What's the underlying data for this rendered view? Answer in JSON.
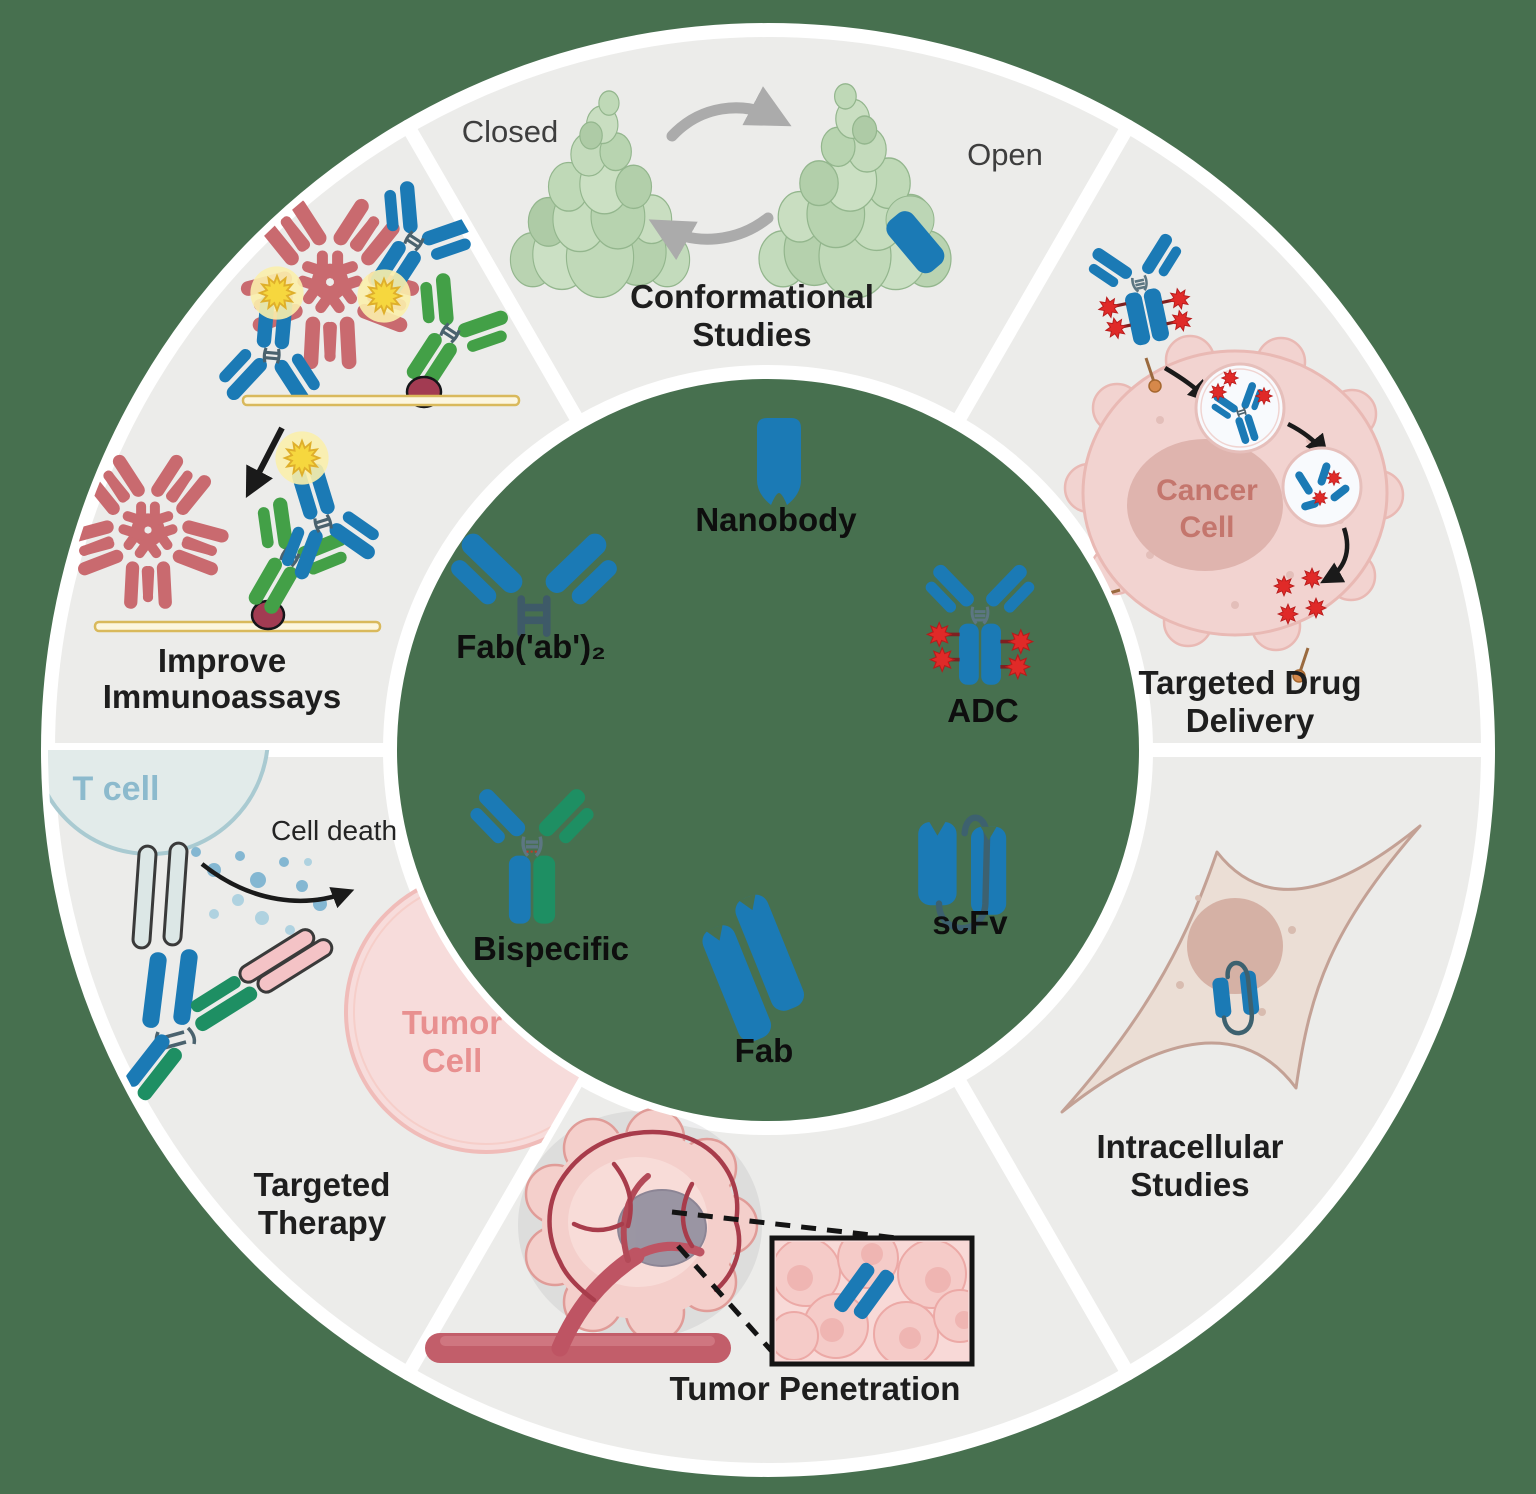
{
  "figure_title": "Nanobody and antibody fragment applications wheel",
  "colors": {
    "background": "#47704F",
    "ring_segment": "#ECECEA",
    "divider": "#FFFFFF",
    "antibody_blue": "#1B7AB5",
    "antibody_green": "#1E8F63",
    "assay_green": "#43A047",
    "igm_red": "#C96A6F",
    "drug_star_red": "#E02A28",
    "fluorophore_yellow": "#F6D73E",
    "bead_maroon": "#A23B52",
    "surface_gold": "#D9B95C",
    "vessel_red": "#B5485A",
    "protein_green": "#BCD6B5",
    "cancer_cell_pink": "#F2D3D0",
    "label_dark": "#1E1E1E",
    "grey_arrow": "#ABABAB"
  },
  "segments": {
    "conformational_studies": {
      "label_line1": "Conformational",
      "label_line2": "Studies",
      "state_left": "Closed",
      "state_right": "Open"
    },
    "targeted_drug_delivery": {
      "label_line1": "Targeted Drug",
      "label_line2": "Delivery",
      "cell_label_line1": "Cancer",
      "cell_label_line2": "Cell"
    },
    "intracellular_studies": {
      "label_line1": "Intracellular",
      "label_line2": "Studies"
    },
    "tumor_penetration": {
      "label": "Tumor Penetration"
    },
    "targeted_therapy": {
      "label_line1": "Targeted",
      "label_line2": "Therapy",
      "t_cell_label": "T cell",
      "tumor_cell_label_line1": "Tumor",
      "tumor_cell_label_line2": "Cell",
      "annotation": "Cell death"
    },
    "improve_immunoassays": {
      "label_line1": "Improve",
      "label_line2": "Immunoassays"
    }
  },
  "center_formats": {
    "top": "Nanobody",
    "right": "ADC",
    "bottom_right": "scFv",
    "bottom": "Fab",
    "bottom_left": "Bispecific",
    "left": "Fab('ab')₂"
  }
}
